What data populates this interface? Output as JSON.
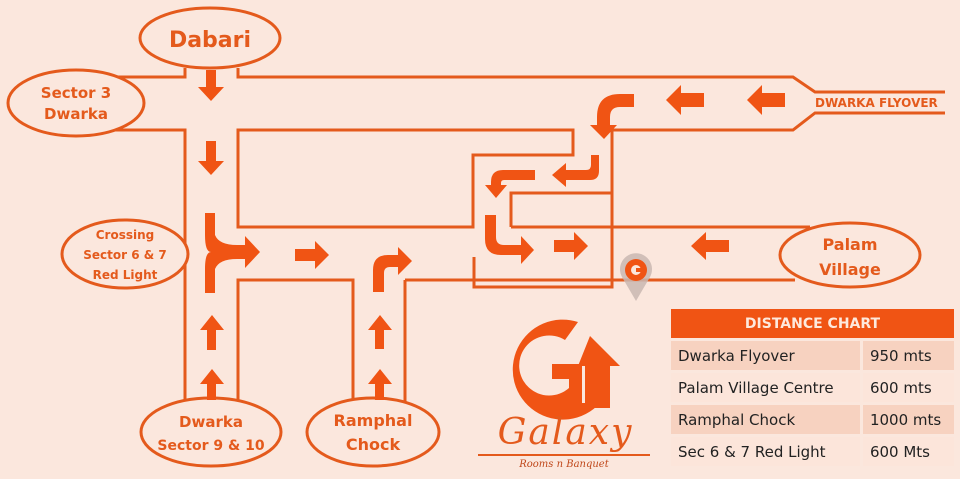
{
  "map": {
    "locations": {
      "dabari": [
        "Dabari"
      ],
      "sector3": [
        "Sector 3",
        "Dwarka"
      ],
      "crossing": [
        "Crossing",
        "Sector 6 & 7",
        "Red Light"
      ],
      "dwarka910": [
        "Dwarka",
        "Sector 9 & 10"
      ],
      "ramphal": [
        "Ramphal",
        "Chock"
      ],
      "palam": [
        "Palam",
        "Village"
      ]
    },
    "flyover_label": "DWARKA FLYOVER",
    "destination_pin": "galaxy-location-pin"
  },
  "distance_chart": {
    "title": "DISTANCE CHART",
    "rows": [
      {
        "place": "Dwarka Flyover",
        "distance": "950 mts"
      },
      {
        "place": "Palam Village Centre",
        "distance": "600 mts"
      },
      {
        "place": "Ramphal Chock",
        "distance": "1000 mts"
      },
      {
        "place": "Sec 6 & 7 Red Light",
        "distance": "600 Mts"
      }
    ]
  },
  "logo": {
    "brand": "Galaxy",
    "tagline": "Rooms n Banquet"
  },
  "colors": {
    "accent": "#f05414",
    "background": "#fbe7dd"
  }
}
